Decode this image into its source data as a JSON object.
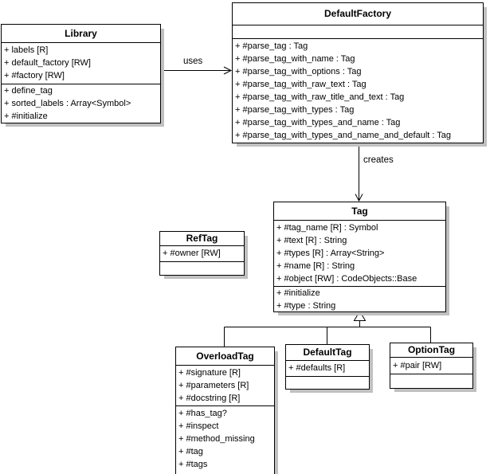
{
  "diagram": {
    "classes": {
      "library": {
        "name": "Library",
        "attributes": [
          "+ labels [R]",
          "+ default_factory [RW]",
          "+ #factory [RW]"
        ],
        "methods": [
          "+ define_tag",
          "+ sorted_labels : Array<Symbol>",
          "+ #initialize"
        ]
      },
      "default_factory": {
        "name": "DefaultFactory",
        "attributes": [],
        "methods": [
          "+ #parse_tag : Tag",
          "+ #parse_tag_with_name : Tag",
          "+ #parse_tag_with_options : Tag",
          "+ #parse_tag_with_raw_text : Tag",
          "+ #parse_tag_with_raw_title_and_text : Tag",
          "+ #parse_tag_with_types : Tag",
          "+ #parse_tag_with_types_and_name : Tag",
          "+ #parse_tag_with_types_and_name_and_default : Tag"
        ]
      },
      "tag": {
        "name": "Tag",
        "attributes": [
          "+ #tag_name [R] : Symbol",
          "+ #text [R] : String",
          "+ #types [R] : Array<String>",
          "+ #name [R] : String",
          "+ #object [RW] : CodeObjects::Base"
        ],
        "methods": [
          "+ #initialize",
          "+ #type : String"
        ]
      },
      "ref_tag": {
        "name": "RefTag",
        "attributes": [
          "+ #owner [RW]"
        ],
        "methods": []
      },
      "overload_tag": {
        "name": "OverloadTag",
        "attributes": [
          "+ #signature [R]",
          "+ #parameters [R]",
          "+ #docstring [R]"
        ],
        "methods": [
          "+ #has_tag?",
          "+ #inspect",
          "+ #method_missing",
          "+ #tag",
          "+ #tags"
        ]
      },
      "default_tag": {
        "name": "DefaultTag",
        "attributes": [
          "+ #defaults [R]"
        ],
        "methods": []
      },
      "option_tag": {
        "name": "OptionTag",
        "attributes": [
          "+ #pair [RW]"
        ],
        "methods": []
      }
    },
    "relationships": {
      "uses_label": "uses",
      "creates_label": "creates"
    },
    "colors": {
      "background": "#ffffff",
      "border": "#000000",
      "shadow": "#c0c0c0",
      "text": "#000000"
    }
  }
}
